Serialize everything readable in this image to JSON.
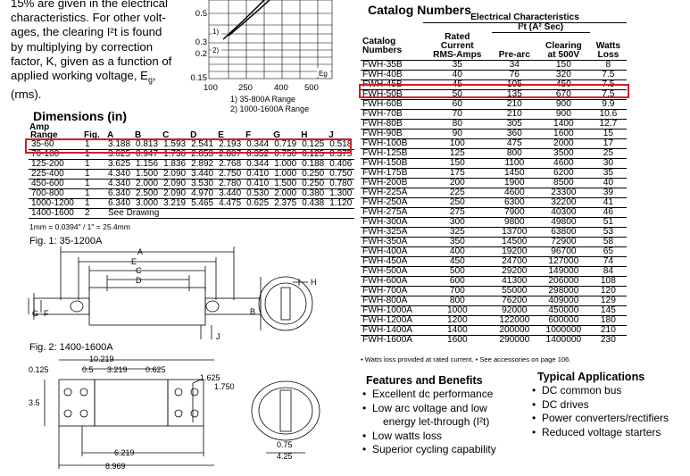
{
  "intro": {
    "lines": [
      "15% are given in the electrical",
      "characteristics. For other volt-",
      "ages, the clearing I²t is found",
      "by multiplying by correction",
      "factor, K, given as a function of",
      "applied working voltage, E",
      "(rms)."
    ],
    "subscript": "g"
  },
  "graph": {
    "y_ticks": [
      "0.5",
      "0.3",
      "0.2",
      "0.15"
    ],
    "x_ticks": [
      "100",
      "250",
      "400",
      "500"
    ],
    "curve_labels": [
      "1)",
      "2)"
    ],
    "axis_label": "Eg",
    "legend": [
      "1) 35-800A Range",
      "2) 1000-1600A Range"
    ]
  },
  "dimensions": {
    "title": "Dimensions (in)",
    "amp_label": "Amp",
    "headers": [
      "Range",
      "Fig.",
      "A",
      "B",
      "C",
      "D",
      "E",
      "F",
      "G",
      "H",
      "J"
    ],
    "rows": [
      [
        "35-60",
        "1",
        "3.188",
        "0.813",
        "1.593",
        "2.541",
        "2.193",
        "0.344",
        "0.719",
        "0.125",
        "0.518"
      ],
      [
        "70-100",
        "1",
        "3.625",
        "0.947",
        "1.736",
        "2.853",
        "2.807",
        "0.352",
        "0.750",
        "0.125",
        "0.375"
      ],
      [
        "125-200",
        "1",
        "3.625",
        "1.156",
        "1.836",
        "2.892",
        "2.768",
        "0.344",
        "1.000",
        "0.188",
        "0.406"
      ],
      [
        "225-400",
        "1",
        "4.340",
        "1.500",
        "2.090",
        "3.440",
        "2.750",
        "0.410",
        "1.000",
        "0.250",
        "0.750"
      ],
      [
        "450-600",
        "1",
        "4.340",
        "2.000",
        "2.090",
        "3.530",
        "2.780",
        "0.410",
        "1.500",
        "0.250",
        "0.780"
      ],
      [
        "700-800",
        "1",
        "6.340",
        "2.500",
        "2.090",
        "4.970",
        "3.440",
        "0.530",
        "2.000",
        "0.380",
        "1.300"
      ],
      [
        "1000-1200",
        "1",
        "6.340",
        "3.000",
        "3.219",
        "5.465",
        "4.475",
        "0.625",
        "2.375",
        "0.438",
        "1.120"
      ],
      [
        "1400-1600",
        "2",
        "See Drawing"
      ]
    ],
    "conversion": "1mm = 0.0394\" / 1\" = 25.4mm"
  },
  "fig1": {
    "title": "Fig. 1: 35-1200A",
    "labels": {
      "A": "A",
      "B": "B",
      "C": "C",
      "D": "D",
      "E": "E",
      "F": "F",
      "G": "G",
      "H": "H",
      "J": "J"
    }
  },
  "fig2": {
    "title": "Fig. 2: 1400-1600A",
    "dims": [
      "10.219",
      "0.125",
      "0.5",
      "3.219",
      "0.625",
      "1.625",
      "1.750",
      "3.5",
      "6.219",
      "8.969",
      "0.75",
      "4.25"
    ]
  },
  "catalog": {
    "title": "Catalog Numbers",
    "elec_header": "Electrical Characteristics",
    "i2t_header": "I²t (A² Sec)",
    "col_headers": [
      [
        "Catalog",
        "Numbers"
      ],
      [
        "Rated",
        "Current",
        "RMS-Amps"
      ],
      [
        "Pre-arc"
      ],
      [
        "Clearing",
        "at 500V"
      ],
      [
        "Watts",
        "Loss"
      ]
    ],
    "rows": [
      [
        "FWH-35B",
        "35",
        "34",
        "150",
        "8"
      ],
      [
        "FWH-40B",
        "40",
        "76",
        "320",
        "7.5"
      ],
      [
        "FWH-45B",
        "45",
        "105",
        "450",
        "7.5"
      ],
      [
        "FWH-50B",
        "50",
        "135",
        "670",
        "7.5"
      ],
      [
        "FWH-60B",
        "60",
        "210",
        "900",
        "9.9"
      ],
      [
        "FWH-70B",
        "70",
        "210",
        "900",
        "10.6"
      ],
      [
        "FWH-80B",
        "80",
        "305",
        "1400",
        "12.7"
      ],
      [
        "FWH-90B",
        "90",
        "360",
        "1600",
        "15"
      ],
      [
        "FWH-100B",
        "100",
        "475",
        "2000",
        "17"
      ],
      [
        "FWH-125B",
        "125",
        "800",
        "3500",
        "25"
      ],
      [
        "FWH-150B",
        "150",
        "1100",
        "4600",
        "30"
      ],
      [
        "FWH-175B",
        "175",
        "1450",
        "6200",
        "35"
      ],
      [
        "FWH-200B",
        "200",
        "1900",
        "8500",
        "40"
      ],
      [
        "FWH-225A",
        "225",
        "4600",
        "23300",
        "39"
      ],
      [
        "FWH-250A",
        "250",
        "6300",
        "32200",
        "41"
      ],
      [
        "FWH-275A",
        "275",
        "7900",
        "40300",
        "46"
      ],
      [
        "FWH-300A",
        "300",
        "9800",
        "49800",
        "51"
      ],
      [
        "FWH-325A",
        "325",
        "13700",
        "63800",
        "53"
      ],
      [
        "FWH-350A",
        "350",
        "14500",
        "72900",
        "58"
      ],
      [
        "FWH-400A",
        "400",
        "19200",
        "96700",
        "65"
      ],
      [
        "FWH-450A",
        "450",
        "24700",
        "127000",
        "74"
      ],
      [
        "FWH-500A",
        "500",
        "29200",
        "149000",
        "84"
      ],
      [
        "FWH-600A",
        "600",
        "41300",
        "206000",
        "108"
      ],
      [
        "FWH-700A",
        "700",
        "55000",
        "298000",
        "120"
      ],
      [
        "FWH-800A",
        "800",
        "76200",
        "409000",
        "129"
      ],
      [
        "FWH-1000A",
        "1000",
        "92000",
        "450000",
        "145"
      ],
      [
        "FWH-1200A",
        "1200",
        "122000",
        "600000",
        "180"
      ],
      [
        "FWH-1400A",
        "1400",
        "200000",
        "1000000",
        "210"
      ],
      [
        "FWH-1600A",
        "1600",
        "290000",
        "1400000",
        "230"
      ]
    ],
    "footnote": "• Watts loss provided at rated current.   • See accessories on page 106."
  },
  "features": {
    "title": "Features and Benefits",
    "items": [
      [
        "Excellent dc performance"
      ],
      [
        "Low arc voltage and low",
        "energy let-through (I²t)"
      ],
      [
        "Low watts loss"
      ],
      [
        "Superior cycling capability"
      ]
    ]
  },
  "applications": {
    "title": "Typical Applications",
    "items": [
      "DC common bus",
      "DC drives",
      "Power converters/rectifiers",
      "Reduced voltage starters"
    ]
  },
  "colors": {
    "highlight": "#d81b22"
  }
}
